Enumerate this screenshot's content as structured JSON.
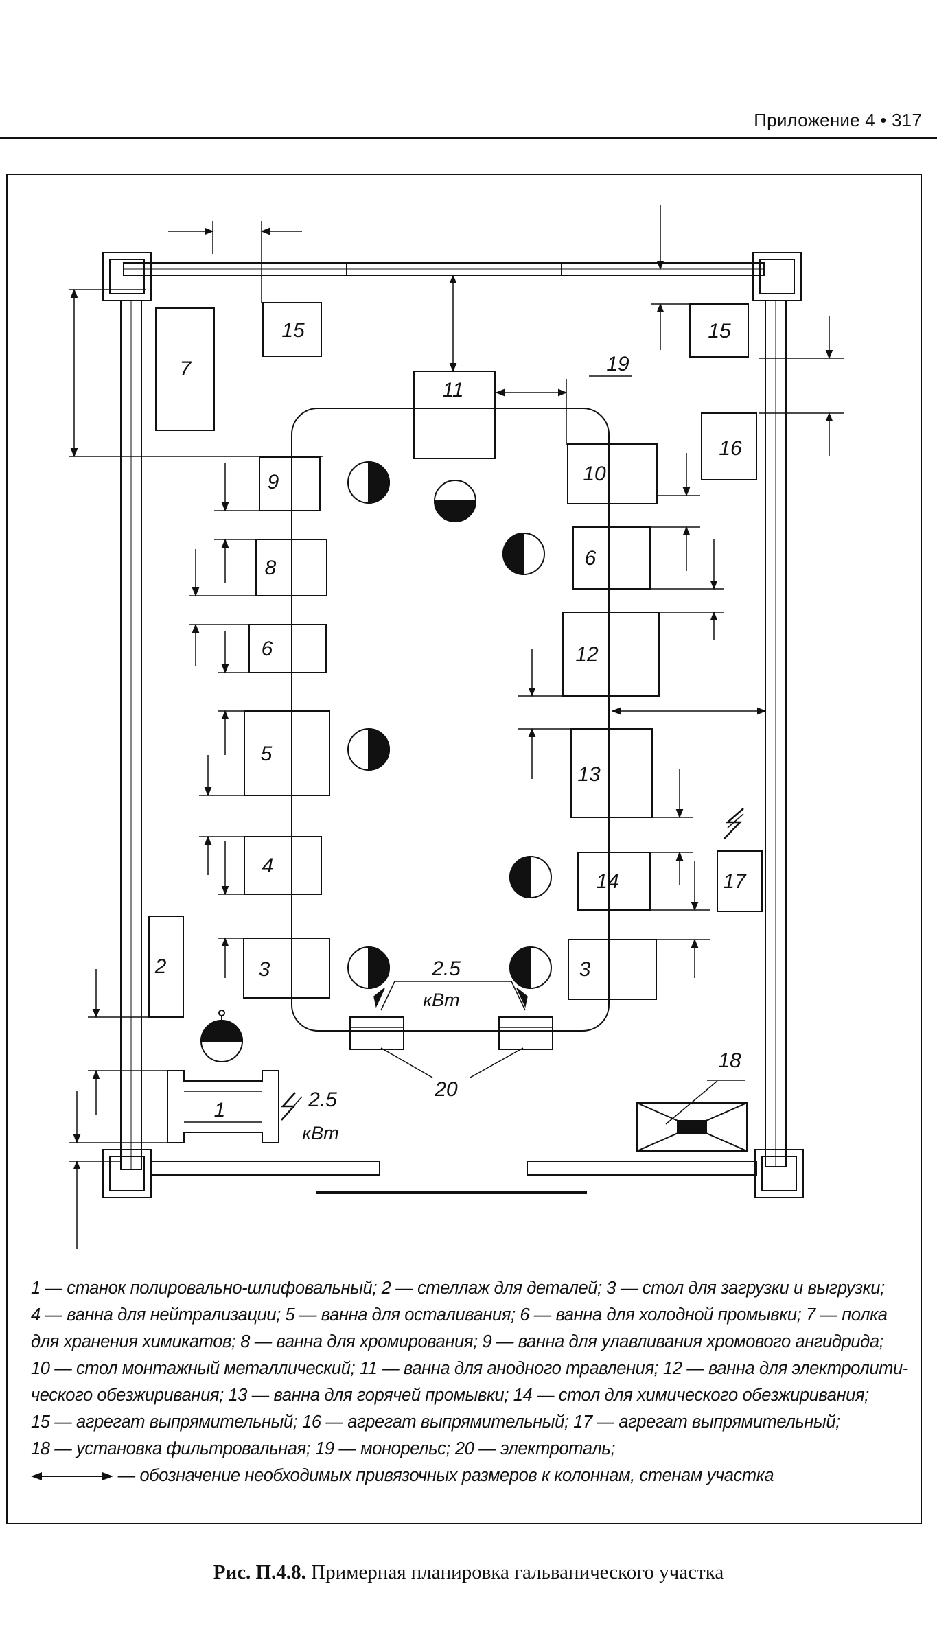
{
  "header": {
    "text": "Приложение 4  •  317"
  },
  "plan": {
    "labels": {
      "n1": "1",
      "n2": "2",
      "n3a": "3",
      "n3b": "3",
      "n4": "4",
      "n5": "5",
      "n6a": "6",
      "n6b": "6",
      "n7": "7",
      "n8": "8",
      "n9": "9",
      "n10": "10",
      "n11": "11",
      "n12": "12",
      "n13": "13",
      "n14": "14",
      "n15a": "15",
      "n15b": "15",
      "n16": "16",
      "n17": "17",
      "n18": "18",
      "n19": "19",
      "n20": "20",
      "power_top_value": "2.5",
      "power_top_unit": "кВт",
      "power_bottom_value": "2.5",
      "power_bottom_unit": "кВт"
    }
  },
  "legend": {
    "lines": [
      "1 — станок полировально-шлифовальный; 2 — стеллаж для деталей; 3 — стол для загрузки и выгрузки;",
      "4 — ванна для нейтрализации; 5 — ванна для осталивания; 6 — ванна для холодной промывки; 7 — полка",
      "для хранения химикатов; 8 — ванна для хромирования; 9 — ванна для улавливания хромового ангидрида;",
      "10 — стол монтажный металлический; 11 — ванна для анодного травления; 12 — ванна для электролити-",
      "ческого обезжиривания; 13 — ванна для горячей промывки; 14 — стол для химического обезжиривания;",
      "15 — агрегат выпрямительный; 16 — агрегат выпрямительный; 17 — агрегат выпрямительный;",
      "18 — установка фильтровальная; 19 — монорельс; 20 — электроталь;"
    ],
    "marker_text": " — обозначение необходимых привязочных размеров к колоннам, стенам участка"
  },
  "caption": {
    "label": "Рис. П.4.8.",
    "text": " Примерная планировка гальванического участка"
  }
}
